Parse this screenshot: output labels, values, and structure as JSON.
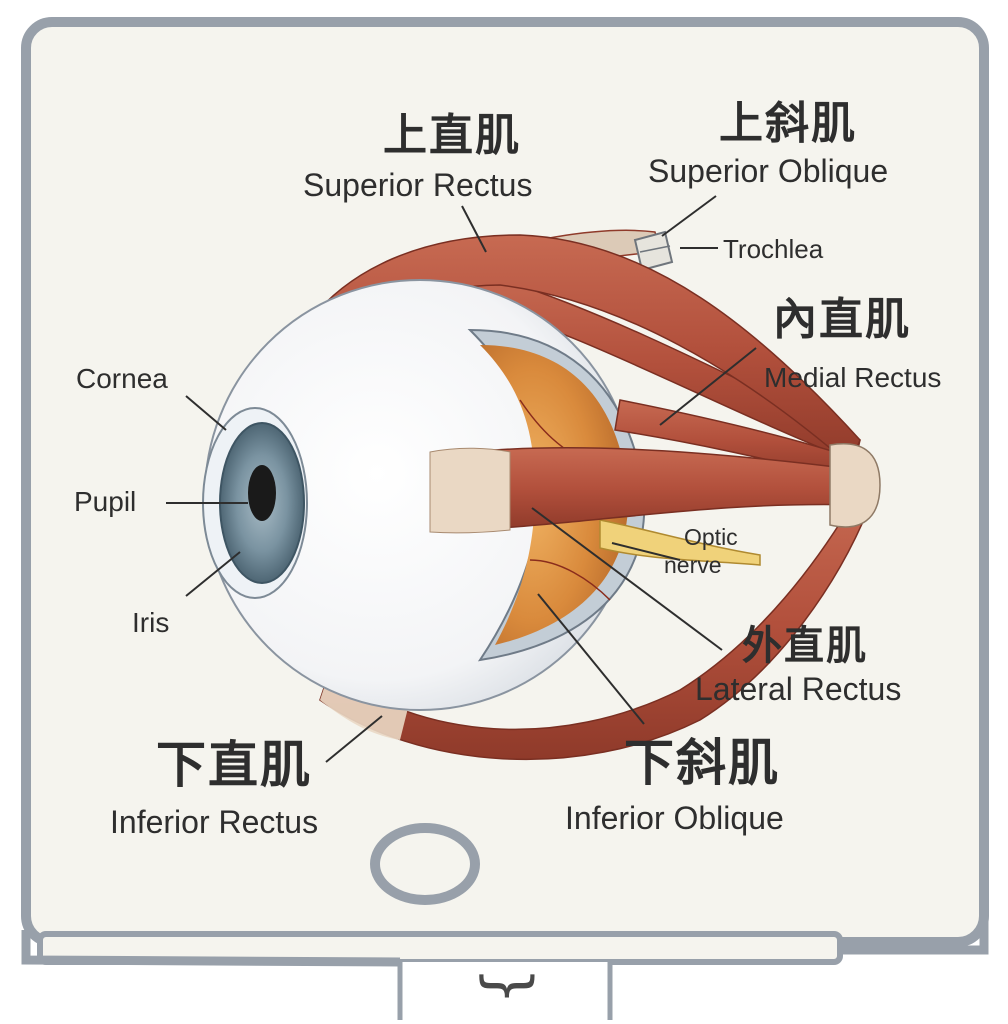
{
  "colors": {
    "background": "#f5f4ee",
    "frame": "#98a0aa",
    "muscle": "#b2503c",
    "muscle_dark": "#8f3a2a",
    "tendon": "#ead8c4",
    "sclera": "#fafbfc",
    "iris": "#7a93a1",
    "retina": "#d98a3c",
    "text": "#2e2e2e"
  },
  "labels": {
    "superior_rectus_cjk": "上直肌",
    "superior_rectus_en": "Superior Rectus",
    "superior_oblique_cjk": "上斜肌",
    "superior_oblique_en": "Superior Oblique",
    "trochlea": "Trochlea",
    "medial_rectus_cjk": "內直肌",
    "medial_rectus_en": "Medial Rectus",
    "cornea": "Cornea",
    "pupil": "Pupil",
    "iris": "Iris",
    "optic_nerve_line1": "Optic",
    "optic_nerve_line2": "nerve",
    "lateral_rectus_cjk": "外直肌",
    "lateral_rectus_en": "Lateral Rectus",
    "inferior_rectus_cjk": "下直肌",
    "inferior_rectus_en": "Inferior Rectus",
    "inferior_oblique_cjk": "下斜肌",
    "inferior_oblique_en": "Inferior Oblique"
  },
  "frame_bottom_symbol": "}"
}
